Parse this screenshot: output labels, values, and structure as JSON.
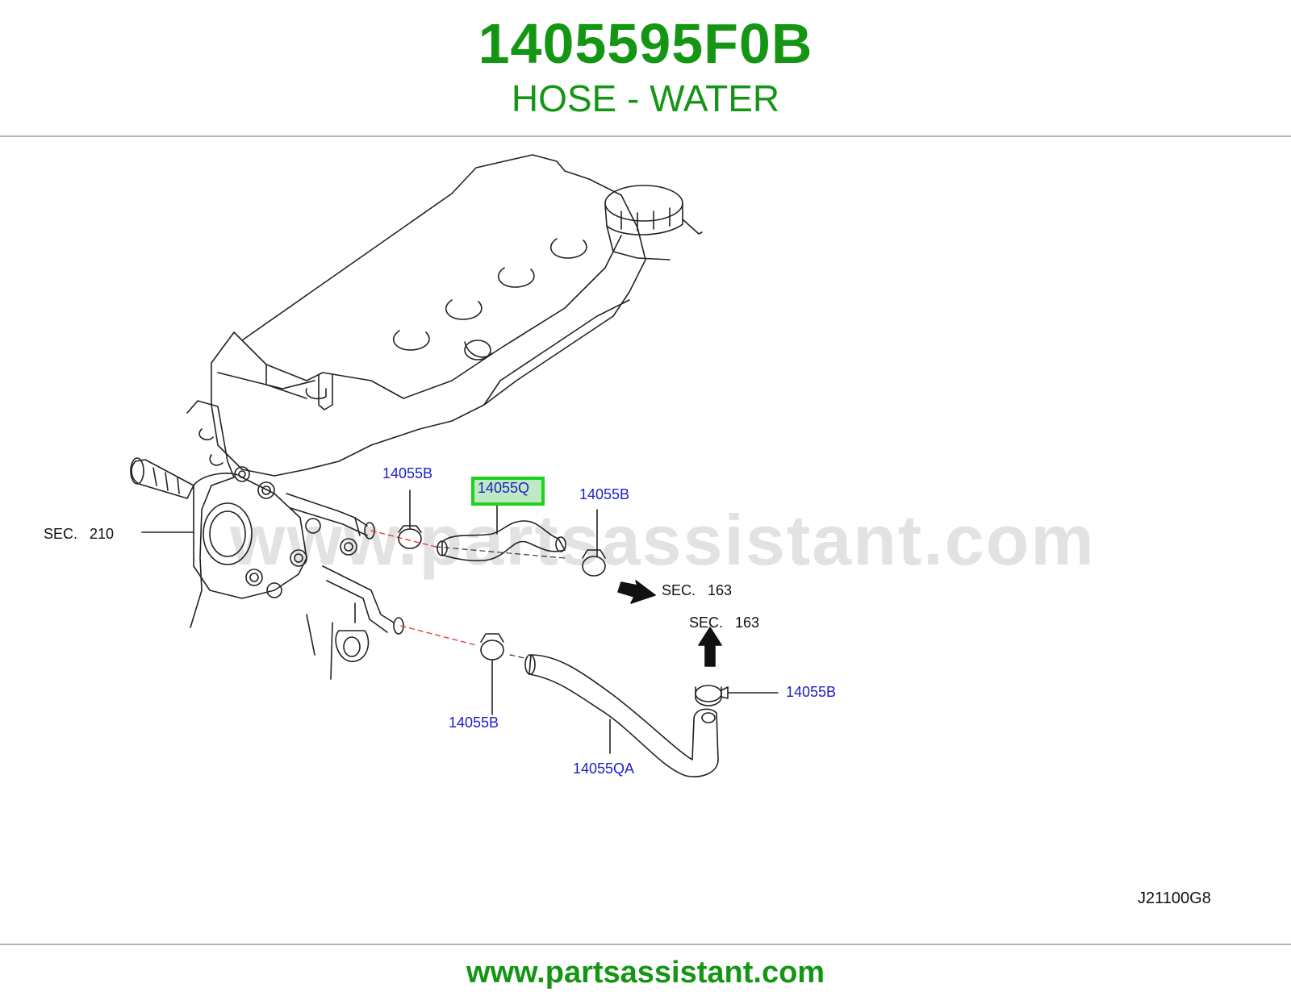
{
  "header": {
    "part_number": "1405595F0B",
    "part_name": "HOSE - WATER"
  },
  "diagram": {
    "watermark": "www.partsassistant.com",
    "code": "J21100G8",
    "callouts": {
      "clamp_top_left": "14055B",
      "hose_selected": "14055Q",
      "clamp_top_right": "14055B",
      "clamp_bottom_left": "14055B",
      "clamp_bottom_right": "14055B",
      "hose_lower": "14055QA"
    },
    "sections": {
      "sec_210": "SEC.   210",
      "sec_163_right": "SEC.   163",
      "sec_163_top": "SEC.   163"
    },
    "colors": {
      "part_text": "#149614",
      "callout_text": "#1e1ec8",
      "highlight_border": "#1ed21e",
      "highlight_fill": "#bfe9c3"
    }
  },
  "footer": {
    "url": "www.partsassistant.com"
  }
}
